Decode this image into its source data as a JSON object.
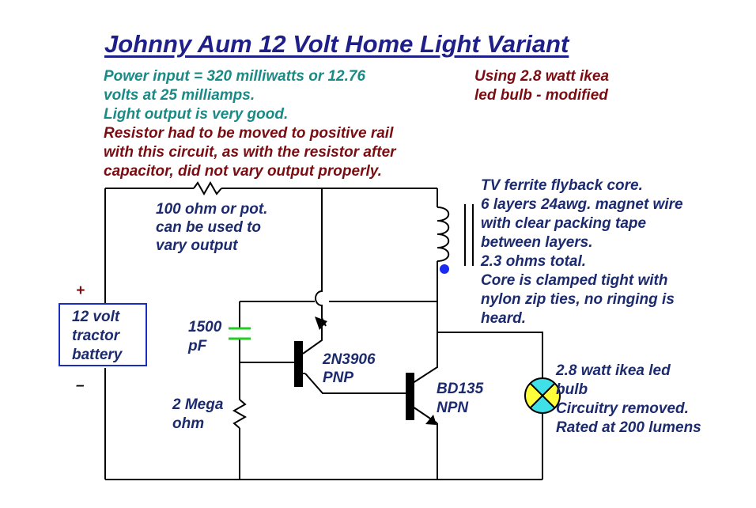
{
  "title": "Johnny Aum 12 Volt Home Light Variant",
  "notes": {
    "power_lines": [
      "Power input = 320 milliwatts or 12.76",
      "volts at 25 milliamps.",
      "Light output is very good."
    ],
    "resistor_lines": [
      "Resistor had to be moved to positive rail",
      "with this circuit, as with the resistor after",
      "capacitor, did not vary output properly."
    ],
    "bulb_used_lines": [
      "Using 2.8 watt ikea",
      "led bulb - modified"
    ]
  },
  "components": {
    "resistor_top_lines": [
      "100 ohm or pot.",
      "can be used to",
      "vary output"
    ],
    "coil_lines": [
      "TV ferrite flyback core.",
      "6 layers 24awg. magnet wire",
      "with clear packing tape",
      "between layers.",
      "2.3 ohms total.",
      "Core is clamped tight with",
      "nylon zip ties, no ringing is",
      "heard."
    ],
    "capacitor_lines": [
      "1500",
      "pF"
    ],
    "resistor_bottom_lines": [
      "2 Mega",
      "ohm"
    ],
    "pnp_lines": [
      "2N3906",
      "PNP"
    ],
    "npn_lines": [
      "BD135",
      "NPN"
    ],
    "lamp_lines": [
      "2.8 watt ikea led",
      "bulb",
      "Circuitry removed.",
      "Rated at 200 lumens"
    ],
    "battery_lines": [
      "12 volt",
      "tractor",
      "battery"
    ],
    "battery_plus": "+",
    "battery_minus": "–"
  },
  "colors": {
    "title": "#1f1f8a",
    "teal_note": "#1a8a86",
    "maroon_note": "#7a0d12",
    "navy_label": "#1c2a6e",
    "battery_border": "#1a2cc2",
    "capacitor": "#22cc22",
    "coil_dot": "#1a2cf0",
    "lamp_fill_cyan": "#40e0e8",
    "lamp_fill_yellow": "#ffff3a"
  }
}
